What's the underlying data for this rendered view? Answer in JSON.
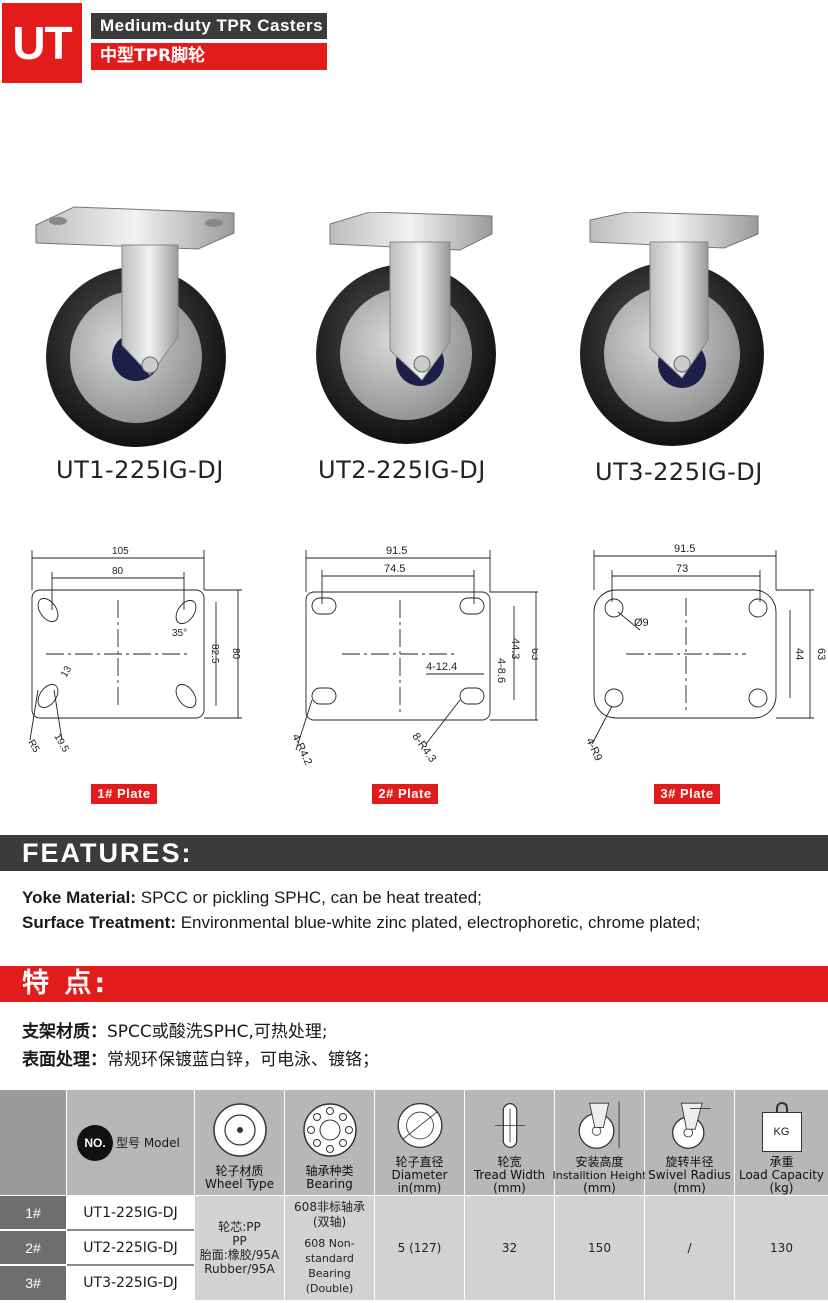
{
  "header": {
    "logo": "UT",
    "title_en": "Medium-duty TPR Casters",
    "title_cn": "中型TPR脚轮"
  },
  "products": [
    {
      "model": "UT1-225IG-DJ"
    },
    {
      "model": "UT2-225IG-DJ"
    },
    {
      "model": "UT3-225IG-DJ"
    }
  ],
  "plates": [
    {
      "tag": "1# Plate",
      "width": "105",
      "hole_span": "80",
      "height": "80",
      "hole_h": "82.5",
      "angle": "35°",
      "slot_w": "13",
      "slot_l": "19.5",
      "slot_r": "R5"
    },
    {
      "tag": "2# Plate",
      "width": "91.5",
      "hole_span": "74.5",
      "height": "63",
      "hole_h": "44.3",
      "slot": "4-12.4",
      "slot2": "4-8.6",
      "r1": "4-R4.2",
      "r2": "8-R4.3"
    },
    {
      "tag": "3# Plate",
      "width": "91.5",
      "hole_span": "73",
      "height": "63",
      "hole_h": "44",
      "hole_d": "Ø9",
      "r1": "4-R9"
    }
  ],
  "features": {
    "title": "FEATURES:",
    "yoke_label": "Yoke Material:",
    "yoke_text": " SPCC or pickling SPHC, can be heat treated;",
    "surface_label": "Surface Treatment:",
    "surface_text": " Environmental blue-white zinc plated, electrophoretic, chrome plated;"
  },
  "features_cn": {
    "title": "特 点:",
    "yoke_label": "支架材质：",
    "yoke_text": "SPCC或酸洗SPHC,可热处理;",
    "surface_label": "表面处理：",
    "surface_text": "常规环保镀蓝白锌，可电泳、镀铬；"
  },
  "table": {
    "no_badge": "NO.",
    "model_header": "型号 Model",
    "columns": [
      {
        "cn": "轮子材质",
        "en": "Wheel Type",
        "unit": ""
      },
      {
        "cn": "轴承种类",
        "en": "Bearing",
        "unit": ""
      },
      {
        "cn": "轮子直径",
        "en": "Diameter",
        "unit": "in(mm)"
      },
      {
        "cn": "轮宽",
        "en": "Tread Width",
        "unit": "(mm)"
      },
      {
        "cn": "安装高度",
        "en": "Installtion Height",
        "unit": "(mm)"
      },
      {
        "cn": "旋转半径",
        "en": "Swivel Radius",
        "unit": "(mm)"
      },
      {
        "cn": "承重",
        "en": "Load Capacity",
        "unit": "(kg)"
      }
    ],
    "kg_icon_label": "KG",
    "rows": [
      {
        "no": "1#",
        "model": "UT1-225IG-DJ"
      },
      {
        "no": "2#",
        "model": "UT2-225IG-DJ"
      },
      {
        "no": "3#",
        "model": "UT3-225IG-DJ"
      }
    ],
    "wheel_type": [
      "轮芯:PP",
      "PP",
      "胎面:橡胶/95A",
      "Rubber/95A"
    ],
    "bearing": [
      "608非标轴承",
      "(双轴)",
      "608 Non-standard",
      "Bearing (Double)"
    ],
    "diameter": "5 (127)",
    "tread_width": "32",
    "install_height": "150",
    "swivel_radius": "/",
    "load_capacity": "130"
  },
  "colors": {
    "accent_red": "#e21b1b",
    "dark_gray": "#3b3b3b"
  }
}
